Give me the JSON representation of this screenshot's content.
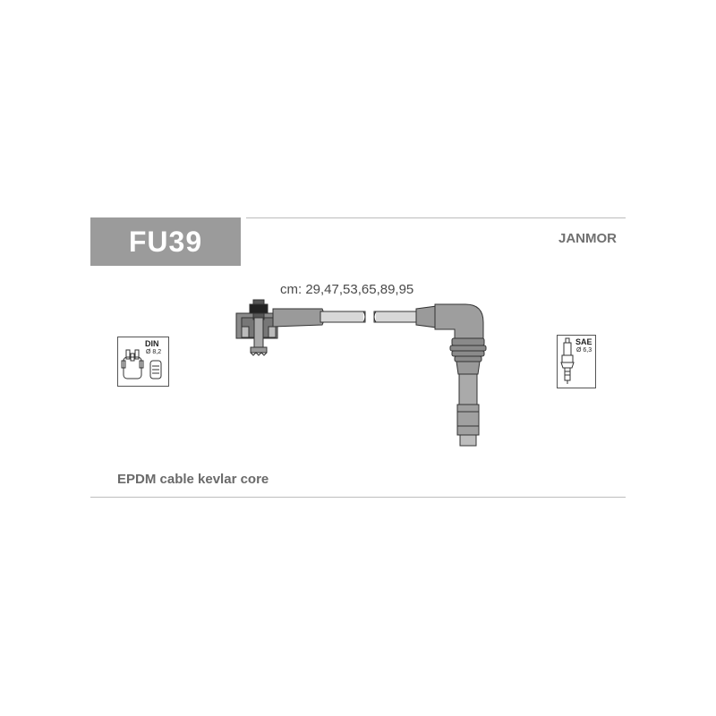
{
  "product": {
    "code": "FU39",
    "brand": "JANMOR",
    "lengths": "cm: 29,47,53,65,89,95",
    "description": "EPDM cable kevlar core"
  },
  "distributor_badge": {
    "standard": "DIN",
    "diameter": "Ø 8,2",
    "icon": "distributor-cap-icon"
  },
  "plug_badge": {
    "standard": "SAE",
    "diameter": "Ø 6,3",
    "icon": "spark-plug-icon"
  },
  "colors": {
    "code_bg": "#9b9b9b",
    "rule": "#bdbdbd"
  }
}
